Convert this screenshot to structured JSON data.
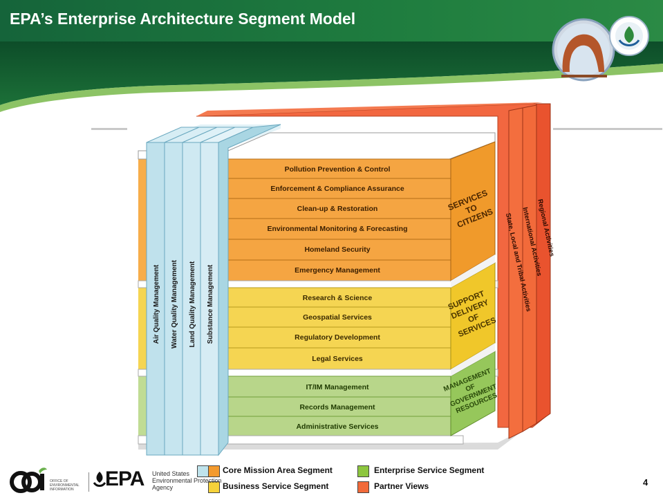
{
  "slide": {
    "title": "EPA’s Enterprise Architecture Segment Model",
    "page_number": "4"
  },
  "diagram": {
    "services_to_citizens": {
      "label_lines": [
        "SERVICES",
        "TO",
        "CITIZENS"
      ],
      "items": [
        "Pollution Prevention & Control",
        "Enforcement & Compliance Assurance",
        "Clean-up & Restoration",
        "Environmental Monitoring & Forecasting",
        "Homeland Security",
        "Emergency Management"
      ]
    },
    "support_delivery": {
      "label_lines": [
        "SUPPORT",
        "DELIVERY",
        "OF",
        "SERVICES"
      ],
      "items": [
        "Research & Science",
        "Geospatial Services",
        "Regulatory Development",
        "Legal Services"
      ]
    },
    "management_resources": {
      "label_lines": [
        "MANAGEMENT",
        "OF",
        "GOVERNMENT",
        "RESOURCES"
      ],
      "items": [
        "IT/IM Management",
        "Records Management",
        "Administrative Services"
      ]
    },
    "core_mission_areas": [
      "Air Quality Management",
      "Water Quality Management",
      "Land Quality Management",
      "Substance Management"
    ],
    "partner_views": [
      "State, Local and Tribal Activities",
      "International Activities",
      "Regional Activities"
    ]
  },
  "legend": [
    {
      "label": "Core Mission Area Segment",
      "colors": [
        "#bfe3ec",
        "#f39a2e"
      ]
    },
    {
      "label": "Enterprise Service Segment",
      "colors": [
        "#8dc63f"
      ]
    },
    {
      "label": "Business Service Segment",
      "colors": [
        "#f6d23a"
      ]
    },
    {
      "label": "Partner Views",
      "colors": [
        "#f26a3a"
      ]
    }
  ],
  "footer": {
    "oei_logo_text": "oei",
    "oei_lines": [
      "OFFICE OF",
      "ENVIRONMENTAL",
      "INFORMATION"
    ],
    "epa_word": "EPA",
    "epa_sub_lines": [
      "United States",
      "Environmental Protection",
      "Agency"
    ]
  },
  "colors": {
    "header_green": "#1f7a3c",
    "header_dark": "#0e4f2a",
    "orange": "#f39a2e",
    "yellow": "#f3cd3a",
    "green": "#a9cf73",
    "partner": "#f0603a",
    "core_blue": "#c4e4ef"
  }
}
